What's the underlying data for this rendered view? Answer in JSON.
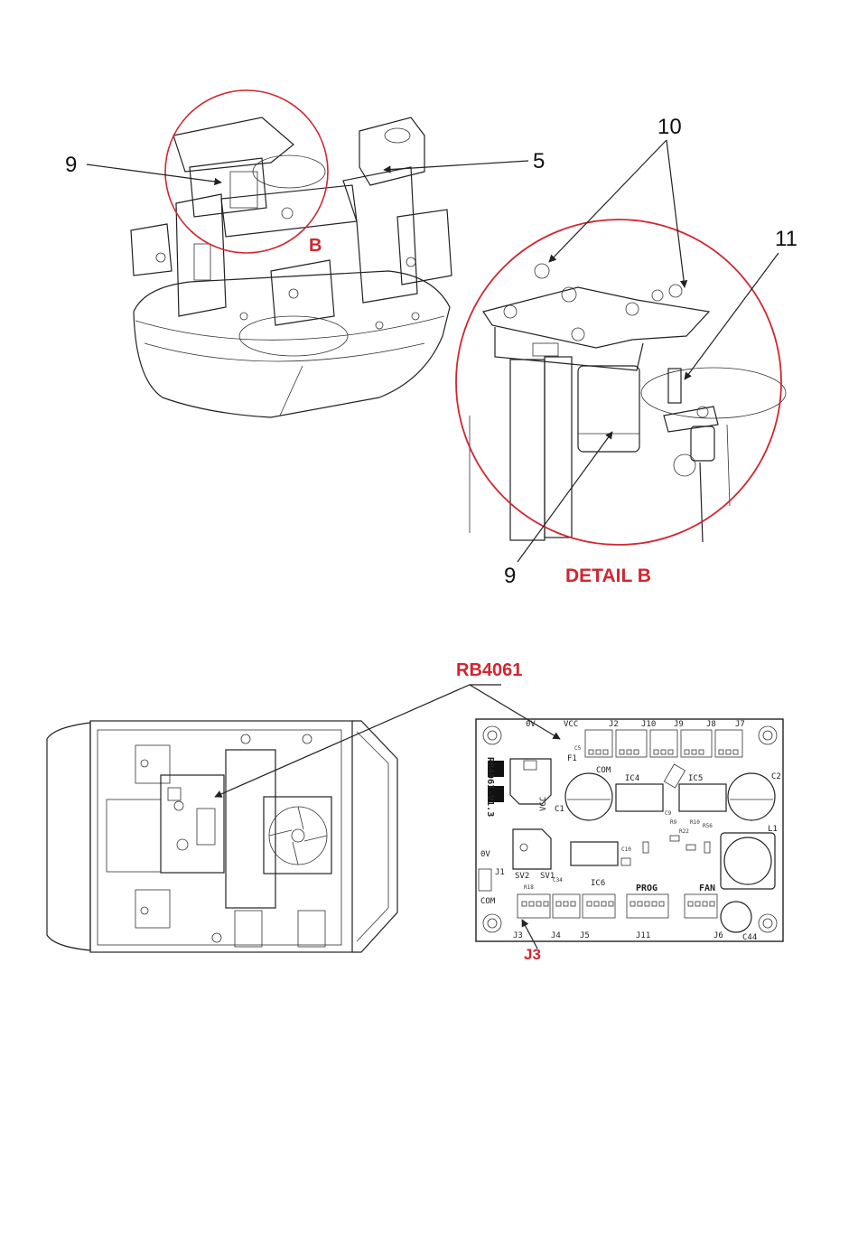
{
  "top_diagram": {
    "callouts": [
      "9",
      "5",
      "10",
      "11"
    ],
    "circle_label": "B",
    "detail_callout": "9",
    "detail_title": "DETAIL B"
  },
  "bottom_diagram": {
    "board_label": "RB4061",
    "connector_label": "J3",
    "pcb": {
      "silk_id": "RB4061-V1.3",
      "top_labels": [
        "0V",
        "VCC",
        "J2",
        "J10",
        "J9",
        "J8",
        "J7"
      ],
      "labels": [
        "COM",
        "C1",
        "C2",
        "L1",
        "IC4",
        "IC5",
        "IC6",
        "SV1",
        "SV2",
        "0V",
        "J1",
        "COM",
        "PROG",
        "FAN",
        "J3",
        "J4",
        "J5",
        "J11",
        "J6",
        "C44",
        "F1",
        "VCC"
      ],
      "small_labels": [
        "C5",
        "C10",
        "C34",
        "R18",
        "R9",
        "R10",
        "R22",
        "R56",
        "C9"
      ]
    }
  },
  "colors": {
    "accent": "#d1262f",
    "ink": "#222222"
  }
}
